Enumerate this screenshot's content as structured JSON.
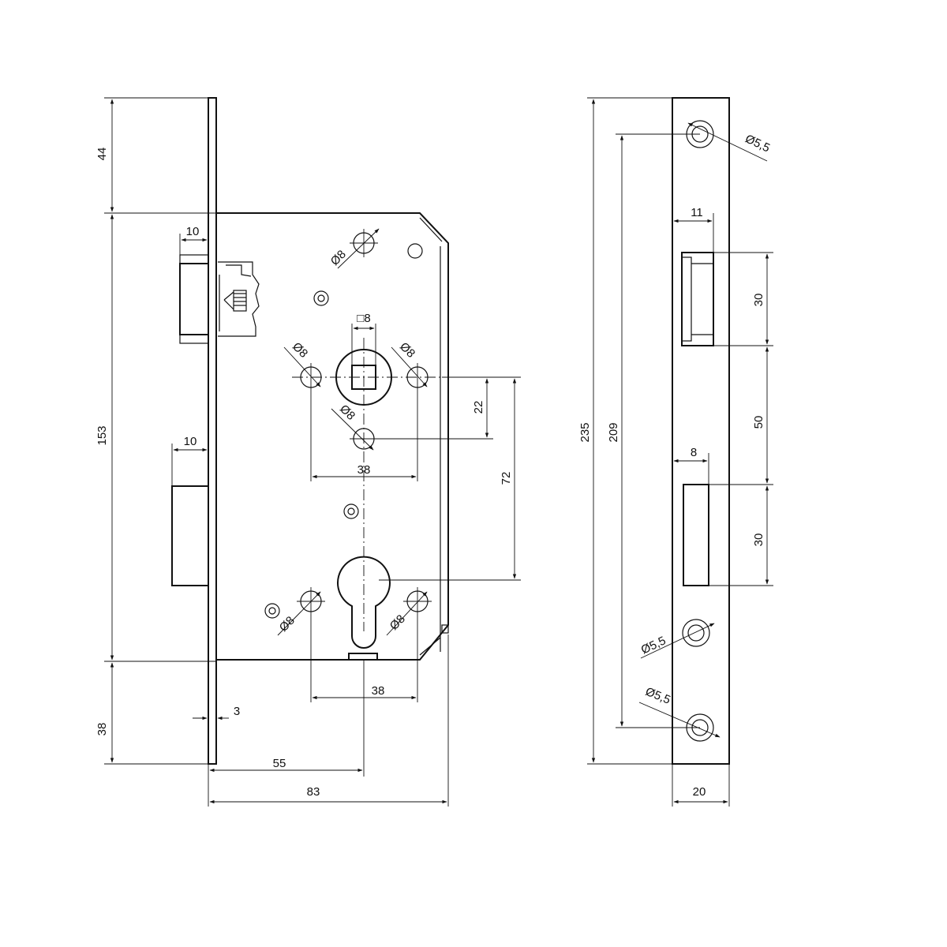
{
  "lock_body": {
    "dim_top": "44",
    "dim_body": "153",
    "dim_bottom": "38",
    "dim_latch_width": "10",
    "dim_bolt_width": "10",
    "dim_spindle_square": "□8",
    "dim_hole_upper": "Ø8",
    "dim_hole_left": "Ø8",
    "dim_hole_right": "Ø8",
    "dim_hole_lower": "Ø8",
    "dim_hole_spacing_top": "38",
    "dim_offset": "22",
    "dim_center_distance": "72",
    "dim_hole_cyl_left": "Ø8",
    "dim_hole_cyl_right": "Ø8",
    "dim_hole_spacing_bottom": "38",
    "dim_plate_thickness": "3",
    "dim_backset": "55",
    "dim_total_depth": "83"
  },
  "strike_plate": {
    "dim_total_length": "235",
    "dim_hole_spacing": "209",
    "dim_hole_top": "Ø5,5",
    "dim_hole_mid": "Ø5,5",
    "dim_hole_bottom": "Ø5,5",
    "dim_latch_depth": "11",
    "dim_latch_opening": "30",
    "dim_gap": "50",
    "dim_bolt_depth": "8",
    "dim_bolt_opening": "30",
    "dim_width": "20"
  }
}
